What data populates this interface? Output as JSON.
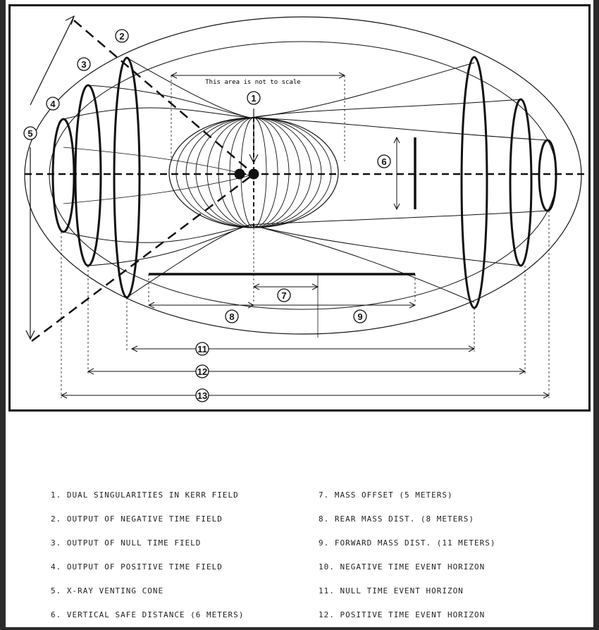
{
  "diagram": {
    "scale_note": "This area is not to scale",
    "markers": [
      "1",
      "2",
      "3",
      "4",
      "5",
      "6",
      "7",
      "8",
      "9",
      "11",
      "12",
      "13"
    ]
  },
  "legend": {
    "items": [
      "1.  DUAL SINGULARITIES IN KERR FIELD",
      "2.  OUTPUT OF NEGATIVE TIME FIELD",
      "3.  OUTPUT OF NULL TIME FIELD",
      "4.  OUTPUT OF POSITIVE TIME FIELD",
      "5.  X-RAY VENTING CONE",
      "6.  VERTICAL SAFE DISTANCE (6 METERS)",
      "7.  MASS OFFSET (5 METERS)",
      "8.  REAR MASS DIST. (8 METERS)",
      "9.  FORWARD MASS DIST. (11 METERS)",
      "10. NEGATIVE TIME EVENT HORIZON",
      "11. NULL TIME EVENT HORIZON",
      "12. POSITIVE TIME EVENT HORIZON"
    ]
  }
}
